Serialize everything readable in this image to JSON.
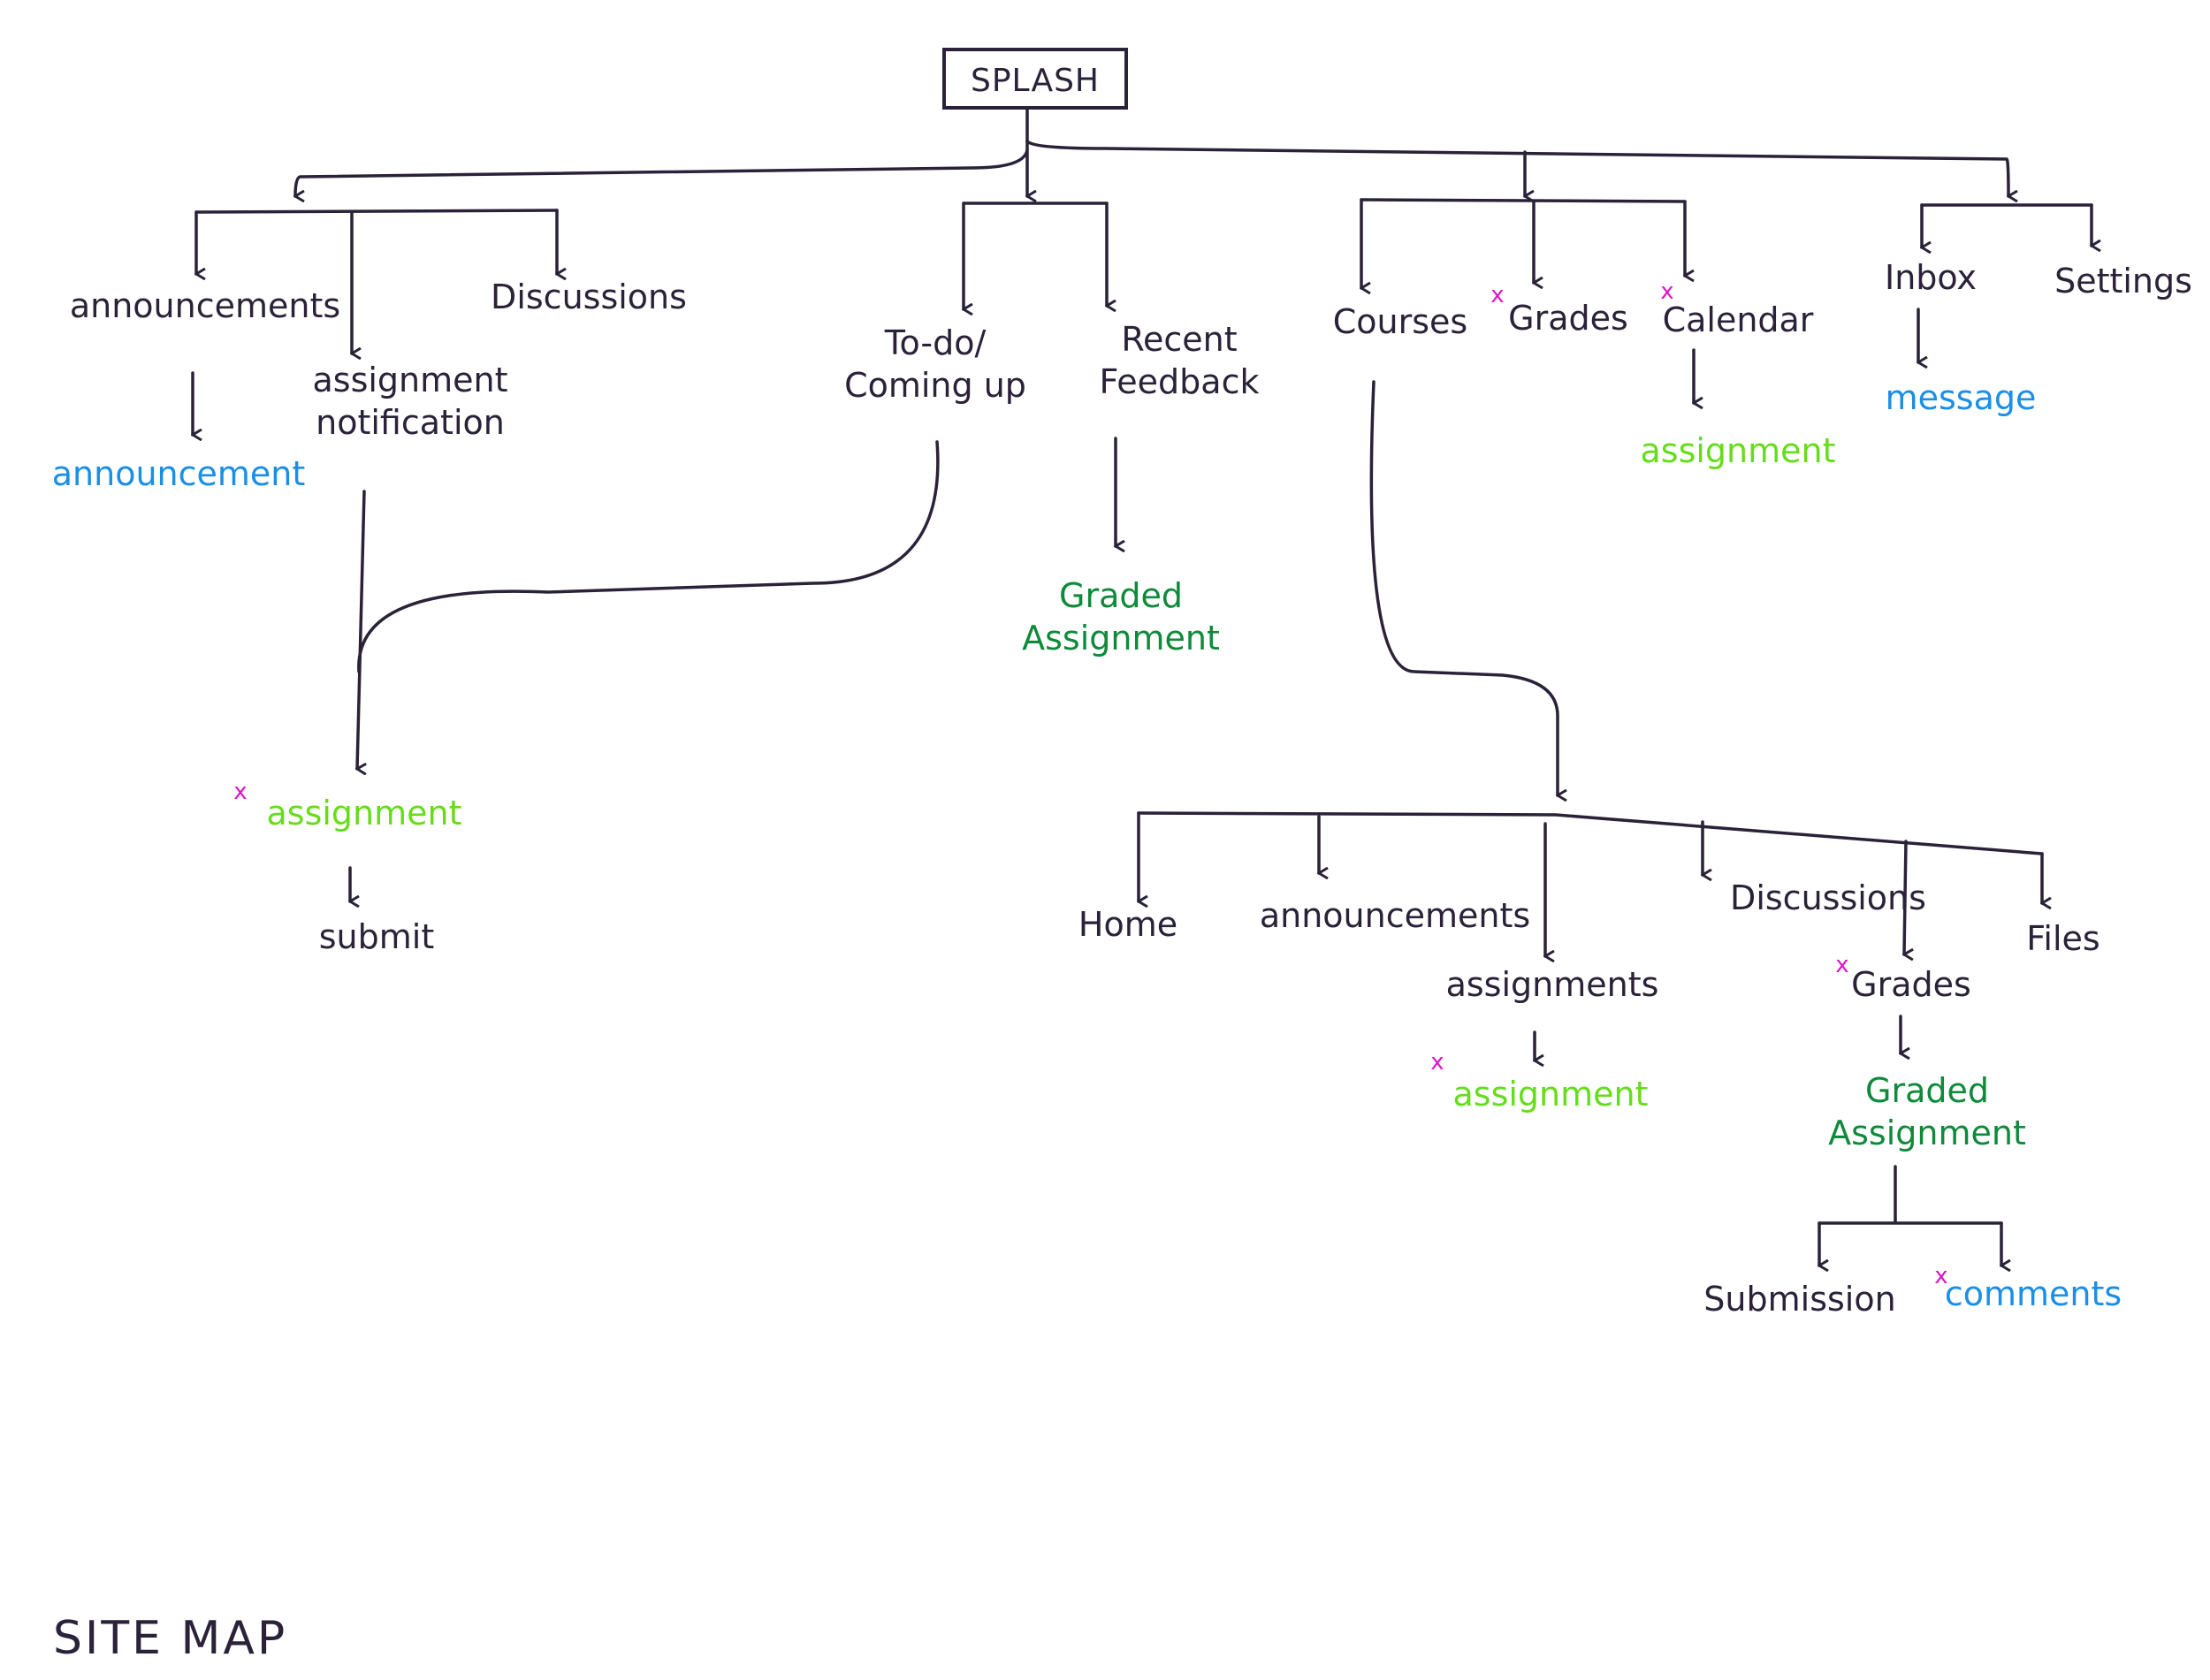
{
  "colors": {
    "ink": "#2a2238",
    "blue": "#1a8fe6",
    "lime": "#66dd1a",
    "green": "#0e8a3a",
    "magenta": "#e014c8"
  },
  "title": "SITE MAP",
  "nodes": {
    "splash": "SPLASH",
    "announcements": "announcements",
    "assignment_notification": "assignment\nnotification",
    "discussions": "Discussions",
    "announcement": "announcement",
    "assignment_1": "assignment",
    "submit": "submit",
    "todo": "To-do/\nComing up",
    "recent_feedback": "Recent\nFeedback",
    "graded_assignment_1": "Graded\nAssignment",
    "courses": "Courses",
    "grades": "Grades",
    "calendar": "Calendar",
    "assignment_cal": "assignment",
    "inbox": "Inbox",
    "settings": "Settings",
    "message": "message",
    "course_home": "Home",
    "course_announcements": "announcements",
    "course_assignments": "assignments",
    "course_assignment": "assignment",
    "course_discussions": "Discussions",
    "course_grades": "Grades",
    "course_files": "Files",
    "graded_assignment_2": "Graded\nAssignment",
    "submission": "Submission",
    "comments": "comments"
  },
  "marks": {
    "x": "x"
  }
}
